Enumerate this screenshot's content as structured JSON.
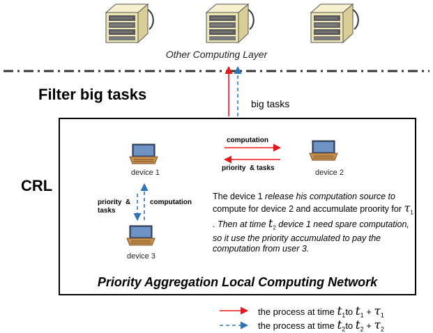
{
  "top_layer": {
    "label": "Other Computing Layer",
    "server_icons": [
      "server-icon",
      "server-icon",
      "server-icon"
    ]
  },
  "filter": {
    "title": "Filter big tasks",
    "arrow_label": "big tasks"
  },
  "crl": {
    "label": "CRL",
    "devices": {
      "device1": "device 1",
      "device2": "device 2",
      "device3": "device 3"
    },
    "links": {
      "d1_d2_forward": "computation",
      "d1_d2_backward": "priority  & tasks",
      "d1_d3_priority_line1": "priority  &",
      "d1_d3_priority_line2": "tasks",
      "d1_d3_computation": "computation"
    },
    "description": {
      "part1": "The device 1 ",
      "part2": "release his computation source to",
      "part3": " compute for device 2 and accumulate proority for ",
      "tau": "τ",
      "tau_sub": "1",
      "part4": " . Then at time ",
      "t": "t",
      "t_sub": "2",
      "part5": "device 1 need spare computation, so it use the priority accumulated to pay the computation from user 3."
    },
    "network_title": "Priority Aggregation Local Computing Network"
  },
  "legend": {
    "solid_prefix": "the process at time",
    "solid_t": "t",
    "solid_t_sub": "1",
    "solid_to": "to",
    "solid_t2": "t",
    "solid_t2_sub": "1",
    "solid_plus": " + ",
    "solid_tau": "τ",
    "solid_tau_sub": "1",
    "dashed_prefix": "the process at time",
    "dashed_t": "t",
    "dashed_t_sub": "2",
    "dashed_to": "to",
    "dashed_t2": "t",
    "dashed_t2_sub": "2",
    "dashed_plus": " + ",
    "dashed_tau": "τ",
    "dashed_tau_sub": "2"
  },
  "colors": {
    "solid_arrow": "#e8171b",
    "dashed_arrow": "#2e75b6",
    "server_body": "#efe6b8"
  }
}
